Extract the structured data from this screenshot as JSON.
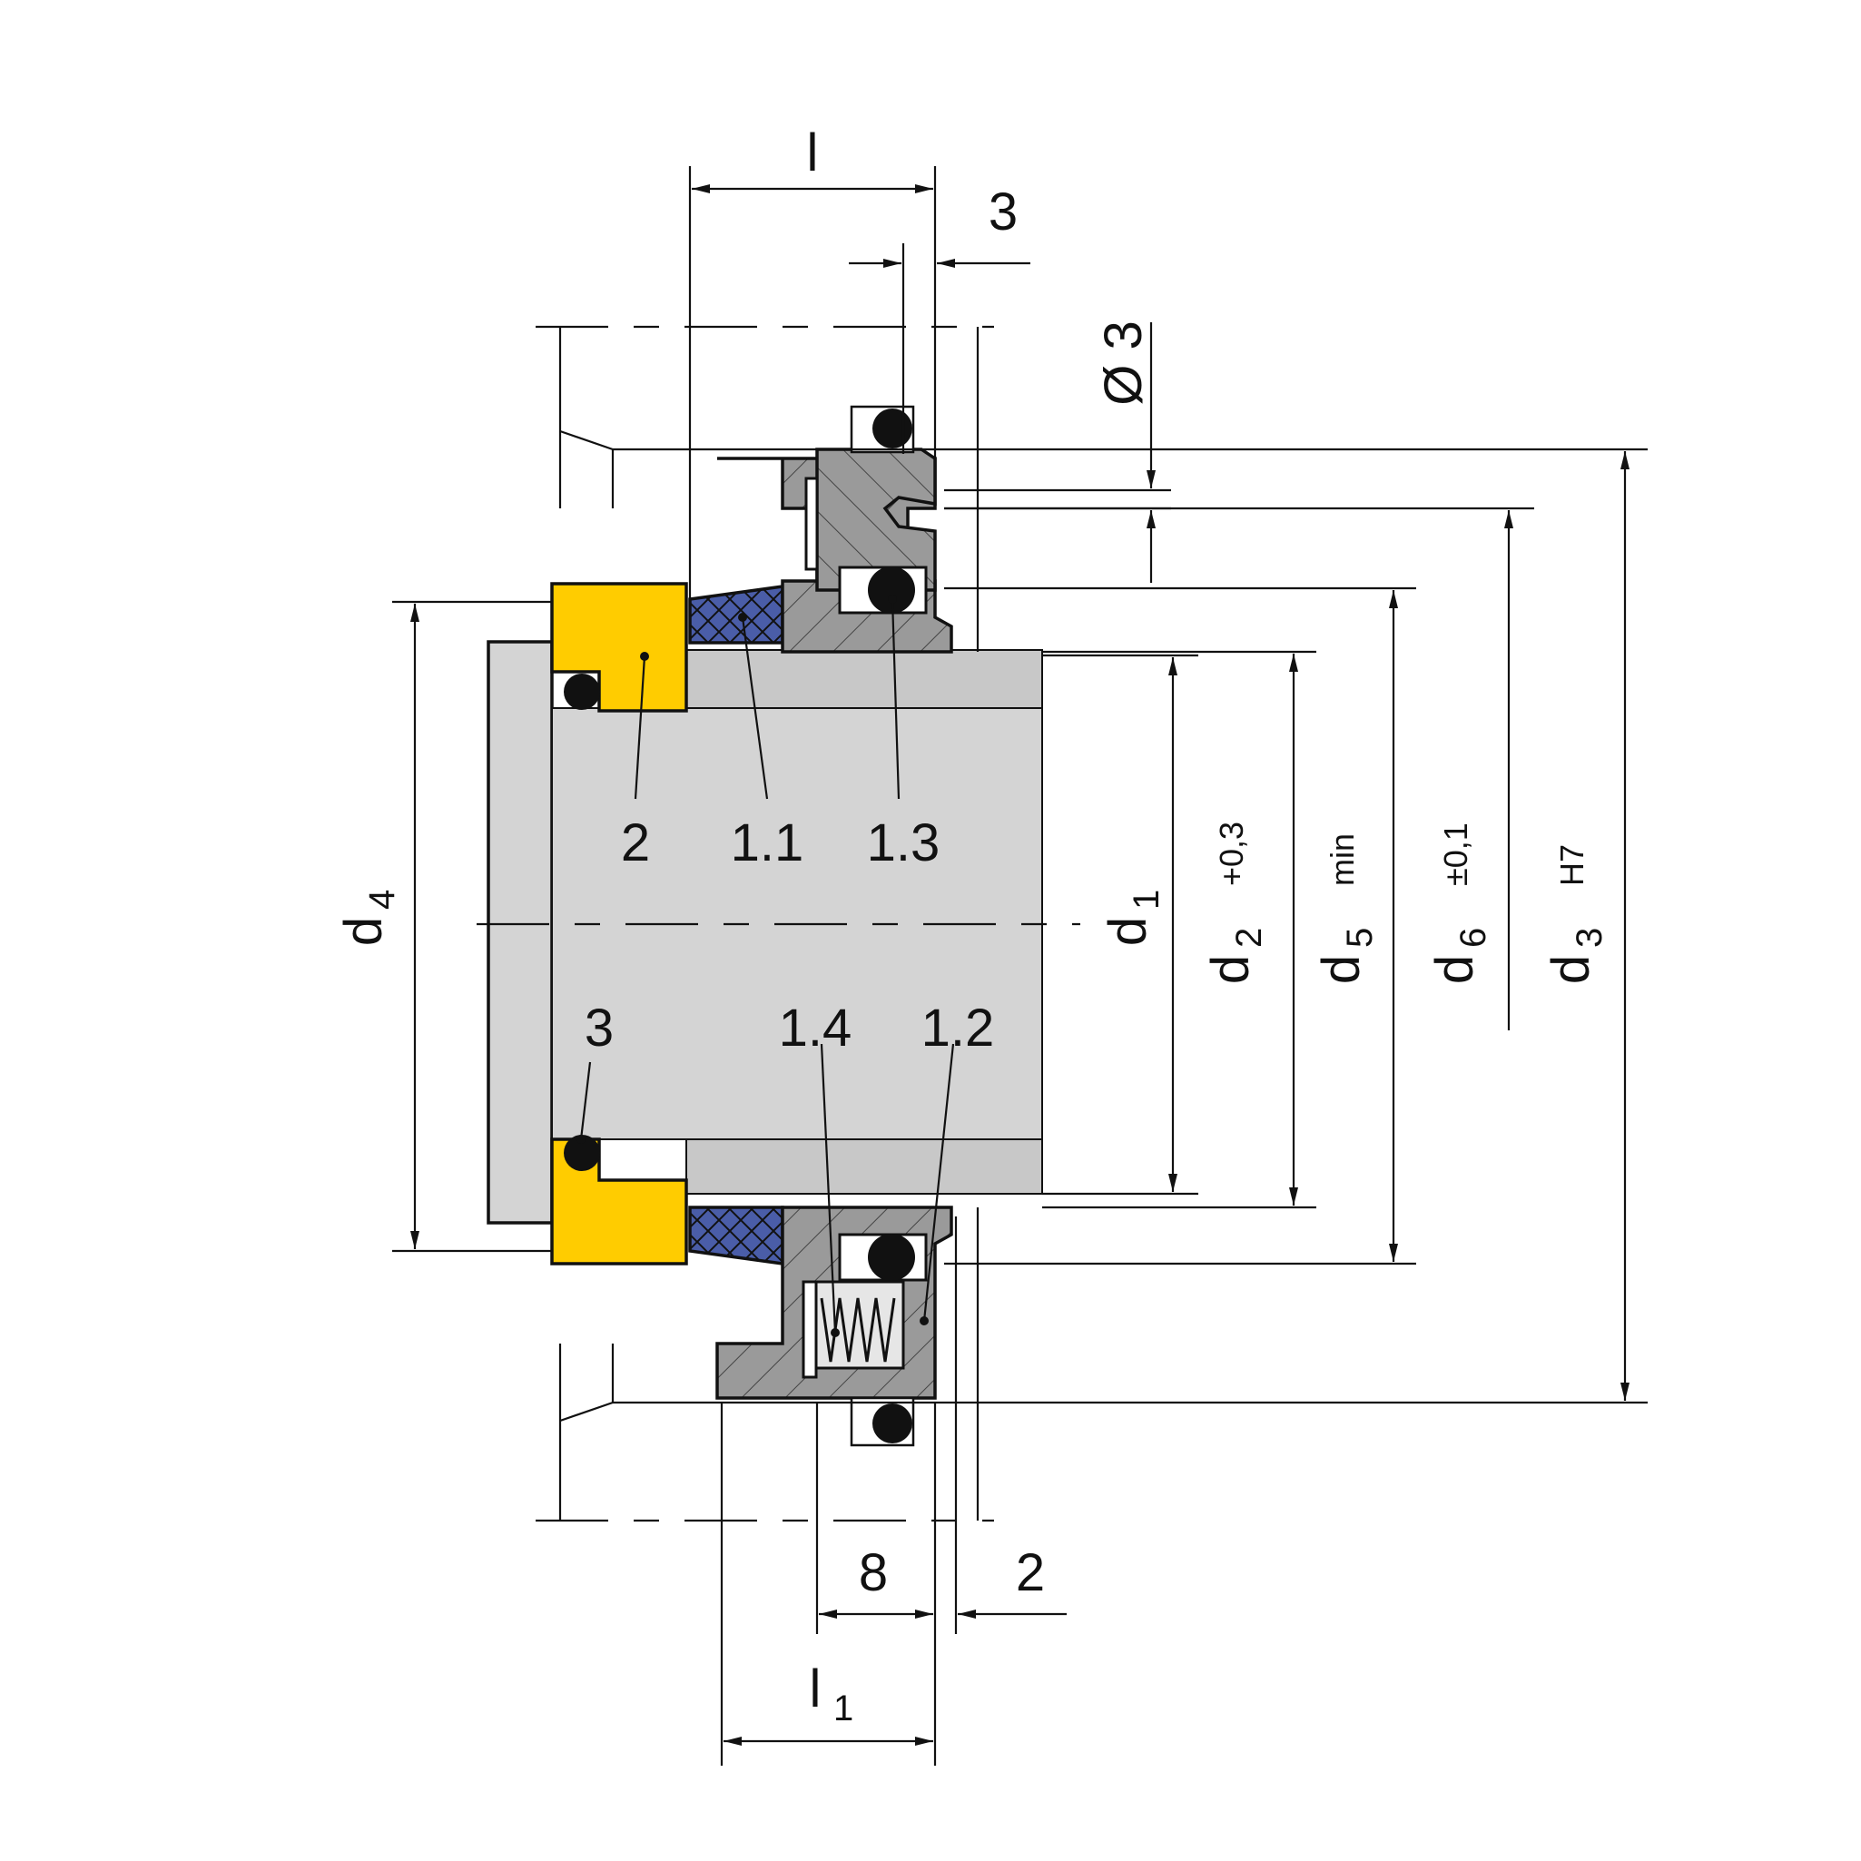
{
  "parts": {
    "p2": "2",
    "p1_1": "1.1",
    "p1_3": "1.3",
    "p3": "3",
    "p1_4": "1.4",
    "p1_2": "1.2"
  },
  "dimensions": {
    "l": "l",
    "l1_base": "l",
    "l1_sub": "1",
    "top_3": "3",
    "dia_3": "Ø 3",
    "bottom_8": "8",
    "bottom_2": "2",
    "d4_base": "d",
    "d4_sub": "4",
    "d1_base": "d",
    "d1_sub": "1",
    "d2_base": "d",
    "d2_sub": "2",
    "d2_tol": "+0,3",
    "d5_base": "d",
    "d5_sub": "5",
    "d5_tol": "min",
    "d6_base": "d",
    "d6_sub": "6",
    "d6_tol": "±0,1",
    "d3_base": "d",
    "d3_sub": "3",
    "d3_tol": "H7"
  },
  "colors": {
    "yellow_part": "#FFCC00",
    "blue_part": "#4A5DA8",
    "grey_part": "#9A9A9A",
    "shaft": "#D4D4D4",
    "sleeve": "#C8C8C8"
  }
}
